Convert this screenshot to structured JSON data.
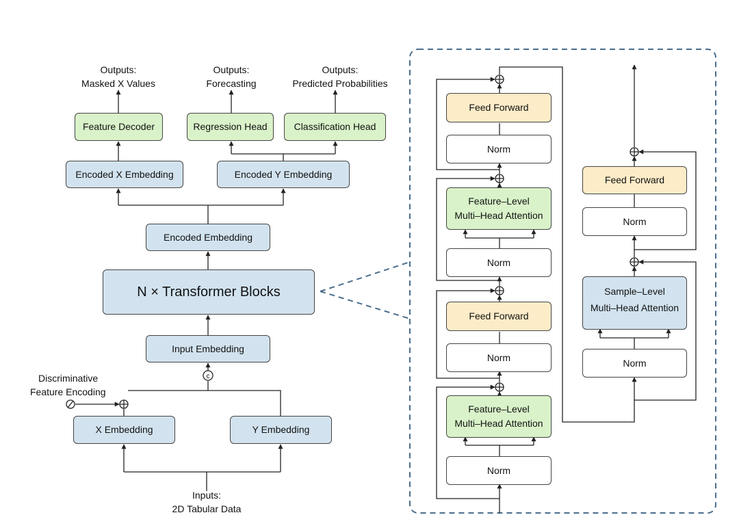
{
  "outputs": {
    "masked": [
      "Outputs:",
      "Masked X Values"
    ],
    "forecast": [
      "Outputs:",
      "Forecasting"
    ],
    "probs": [
      "Outputs:",
      "Predicted Probabilities"
    ]
  },
  "left": {
    "feature_decoder": "Feature Decoder",
    "regression_head": "Regression Head",
    "classification_head": "Classification Head",
    "encoded_x": "Encoded X Embedding",
    "encoded_y": "Encoded Y Embedding",
    "encoded_embedding": "Encoded Embedding",
    "transformer_blocks": "N × Transformer Blocks",
    "input_embedding": "Input Embedding",
    "concat_symbol": "c",
    "dfe_label": [
      "Discriminative",
      "Feature Encoding"
    ],
    "x_embedding": "X Embedding",
    "y_embedding": "Y Embedding",
    "inputs": [
      "Inputs:",
      "2D Tabular Data"
    ]
  },
  "block": {
    "feed_forward": "Feed Forward",
    "norm": "Norm",
    "feature_attention": [
      "Feature–Level",
      "Multi–Head Attention"
    ],
    "sample_attention": [
      "Sample–Level",
      "Multi–Head Attention"
    ]
  },
  "colors": {
    "green": "#d9f2c9",
    "blue": "#d2e3ef",
    "yellow": "#fdecc8",
    "dashed_border": "#4a6d8c"
  }
}
